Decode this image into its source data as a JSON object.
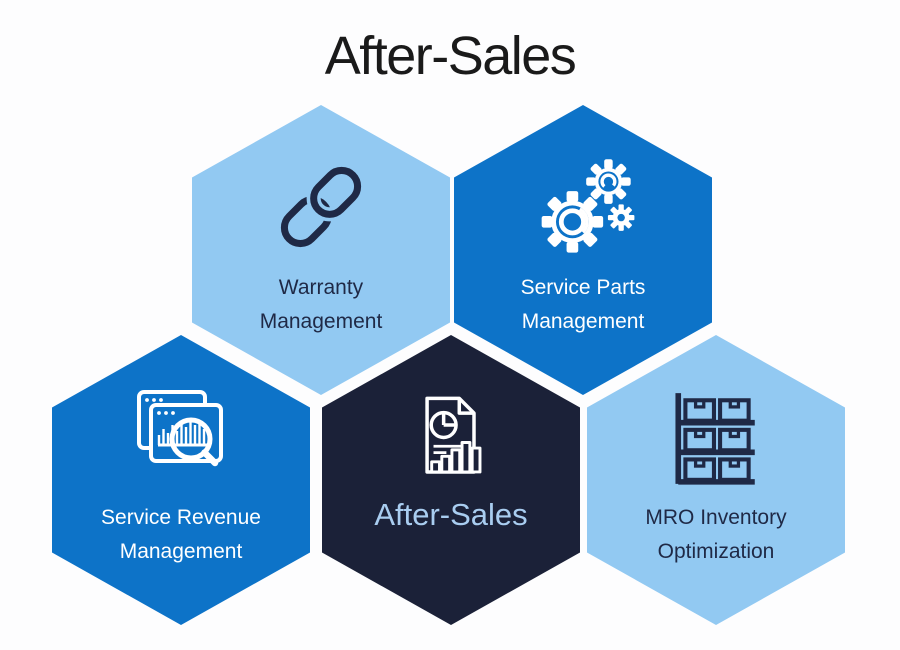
{
  "title": "After-Sales",
  "colors": {
    "background": "#fdfdfe",
    "title_text": "#1a1a1a",
    "light_blue": "#92c9f2",
    "medium_blue": "#0d73c8",
    "dark_navy": "#1b2138",
    "navy_ink": "#1f2946",
    "white": "#ffffff",
    "center_label_blue": "#a9cdf0"
  },
  "hexagons": [
    {
      "id": "warranty-management",
      "icon": "chain-link-icon",
      "style": "light-blue",
      "lines": [
        "Warranty",
        "Management"
      ]
    },
    {
      "id": "service-parts-management",
      "icon": "gears-icon",
      "style": "medium-blue",
      "lines": [
        "Service Parts",
        "Management"
      ]
    },
    {
      "id": "service-revenue-management",
      "icon": "analytics-search-icon",
      "style": "medium-blue",
      "lines": [
        "Service Revenue",
        "Management"
      ]
    },
    {
      "id": "after-sales-center",
      "icon": "report-chart-icon",
      "style": "dark-navy",
      "lines": [
        "After-Sales"
      ]
    },
    {
      "id": "mro-inventory-optimization",
      "icon": "inventory-shelf-icon",
      "style": "light-blue",
      "lines": [
        "MRO Inventory",
        "Optimization"
      ]
    }
  ]
}
